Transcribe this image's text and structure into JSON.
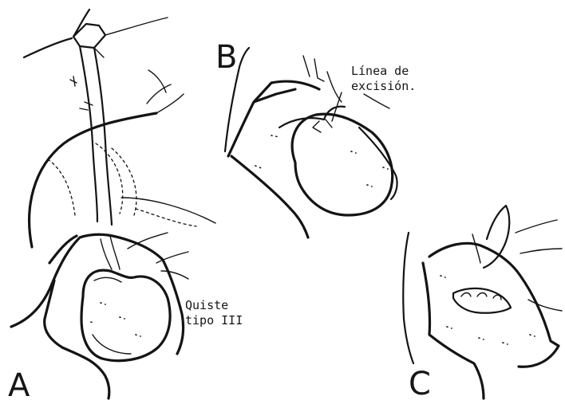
{
  "figure": {
    "panels": [
      {
        "letter": "A"
      },
      {
        "letter": "B"
      },
      {
        "letter": "C"
      }
    ],
    "annotations": {
      "cyst_label": [
        "Quiste",
        "tipo III"
      ],
      "excision_label": [
        "Línea de",
        "excisión."
      ]
    },
    "colors": {
      "ink": "#141414",
      "background": "#ffffff"
    }
  }
}
